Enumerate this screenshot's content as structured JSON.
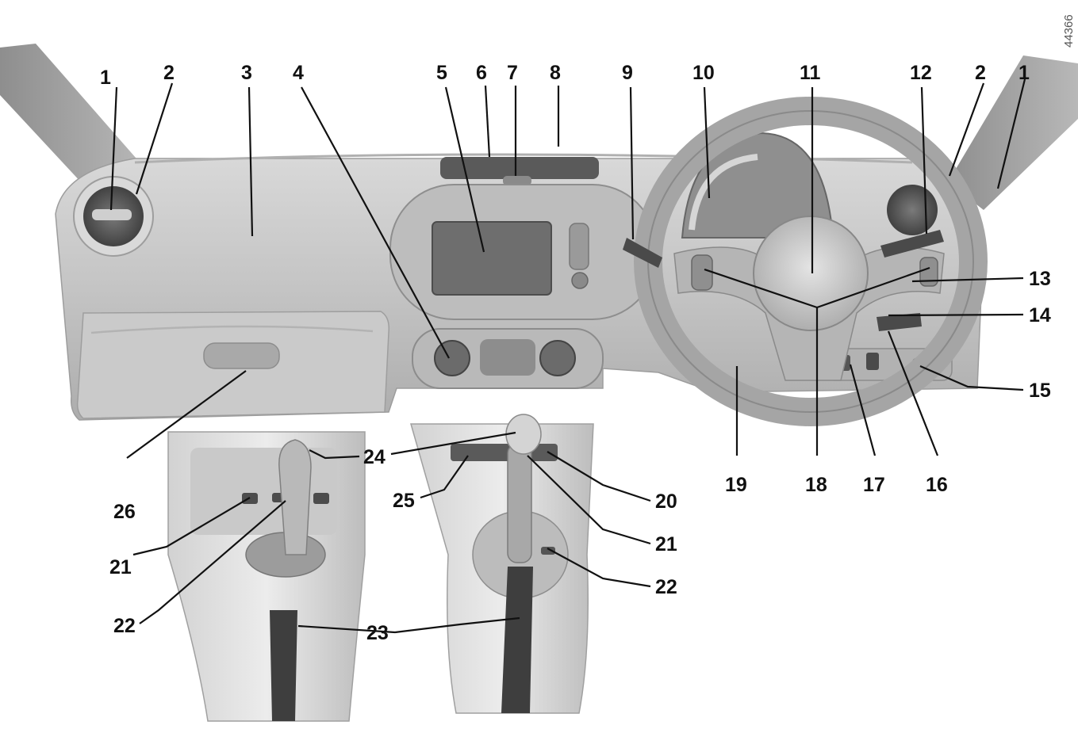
{
  "reference_code": "44366",
  "callouts": [
    "1",
    "2",
    "3",
    "4",
    "5",
    "6",
    "7",
    "8",
    "9",
    "10",
    "11",
    "12",
    "2",
    "1",
    "13",
    "14",
    "15",
    "16",
    "17",
    "18",
    "19",
    "20",
    "21",
    "22",
    "23",
    "24",
    "25",
    "26",
    "21",
    "22",
    "23"
  ]
}
